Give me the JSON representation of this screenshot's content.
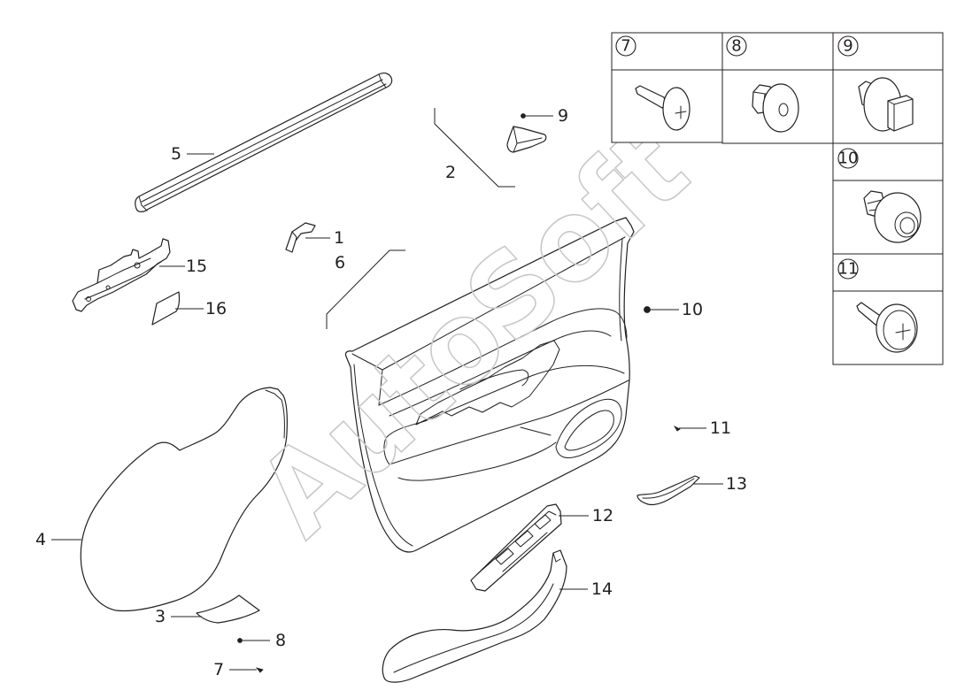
{
  "callouts": {
    "n1": "1",
    "n2": "2",
    "n3": "3",
    "n4": "4",
    "n5": "5",
    "n6": "6",
    "n7": "7",
    "n8": "8",
    "n9": "9",
    "n10": "10",
    "n11": "11",
    "n12": "12",
    "n13": "13",
    "n14": "14",
    "n15": "15",
    "n16": "16"
  },
  "inset": [
    {
      "num": "7",
      "icon": "push-pin-clip-icon"
    },
    {
      "num": "8",
      "icon": "flange-clip-icon"
    },
    {
      "num": "9",
      "icon": "square-head-clip-icon"
    },
    {
      "num": "10",
      "icon": "grommet-clip-icon"
    },
    {
      "num": "11",
      "icon": "push-pin-clip-icon"
    }
  ],
  "watermark": "AutoSoft",
  "colors": {
    "line": "#231f20",
    "watermark": "#c8c8c8",
    "background": "#ffffff"
  }
}
